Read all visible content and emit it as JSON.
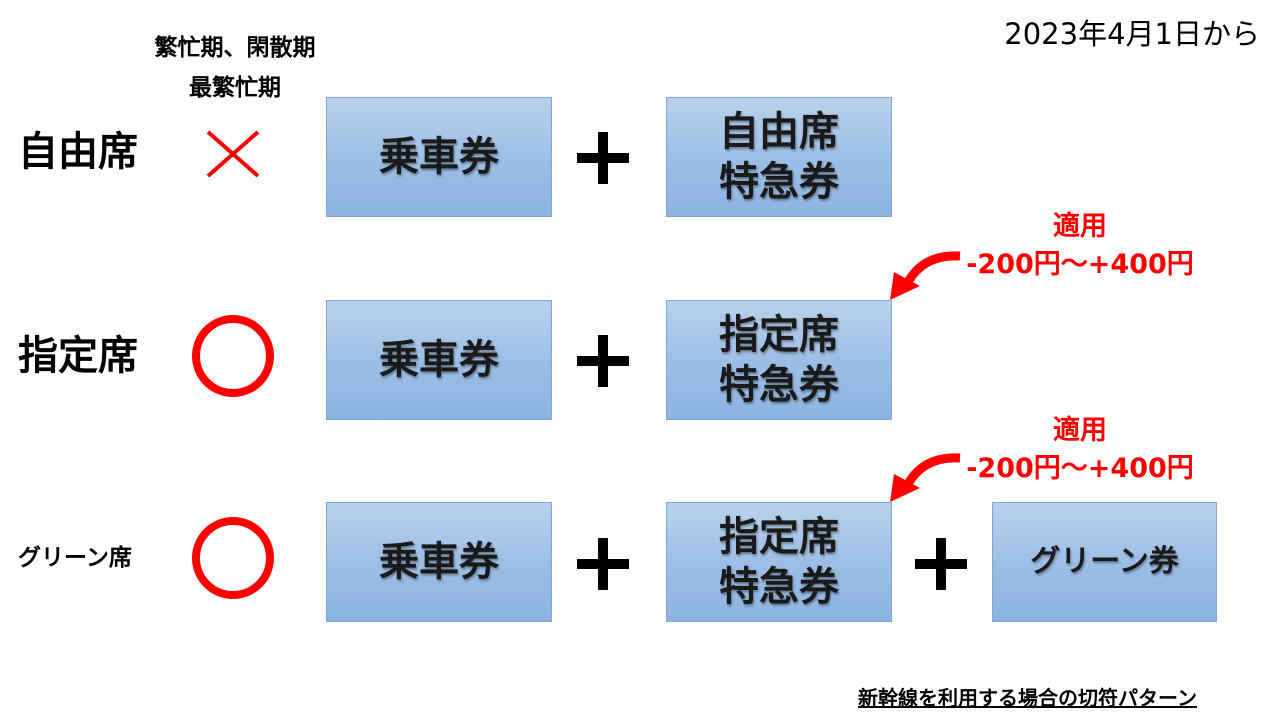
{
  "effective_date": "2023年4月1日から",
  "season_note": {
    "line1": "繁忙期、閑散期",
    "line2": "最繁忙期"
  },
  "rows": [
    {
      "seat_type": "自由席",
      "availability_icon": "cross-icon",
      "boarding_ticket": "乗車券",
      "express_ticket": {
        "line1": "自由席",
        "line2": "特急券"
      }
    },
    {
      "seat_type": "指定席",
      "availability_icon": "circle-icon",
      "boarding_ticket": "乗車券",
      "express_ticket": {
        "line1": "指定席",
        "line2": "特急券"
      },
      "discount_note": {
        "line1": "適用",
        "line2": "-200円～+400円"
      }
    },
    {
      "seat_type": "グリーン席",
      "availability_icon": "circle-icon",
      "boarding_ticket": "乗車券",
      "express_ticket": {
        "line1": "指定席",
        "line2": "特急券"
      },
      "discount_note": {
        "line1": "適用",
        "line2": "-200円～+400円"
      },
      "extra_ticket": "グリーン券"
    }
  ],
  "footer_caption": "新幹線を利用する場合の切符パターン",
  "colors": {
    "mark_red": "#ff0000",
    "ticket_fill": "#9dbfe6",
    "ticket_border": "#7ea6d6",
    "note_red": "#ff0000"
  }
}
